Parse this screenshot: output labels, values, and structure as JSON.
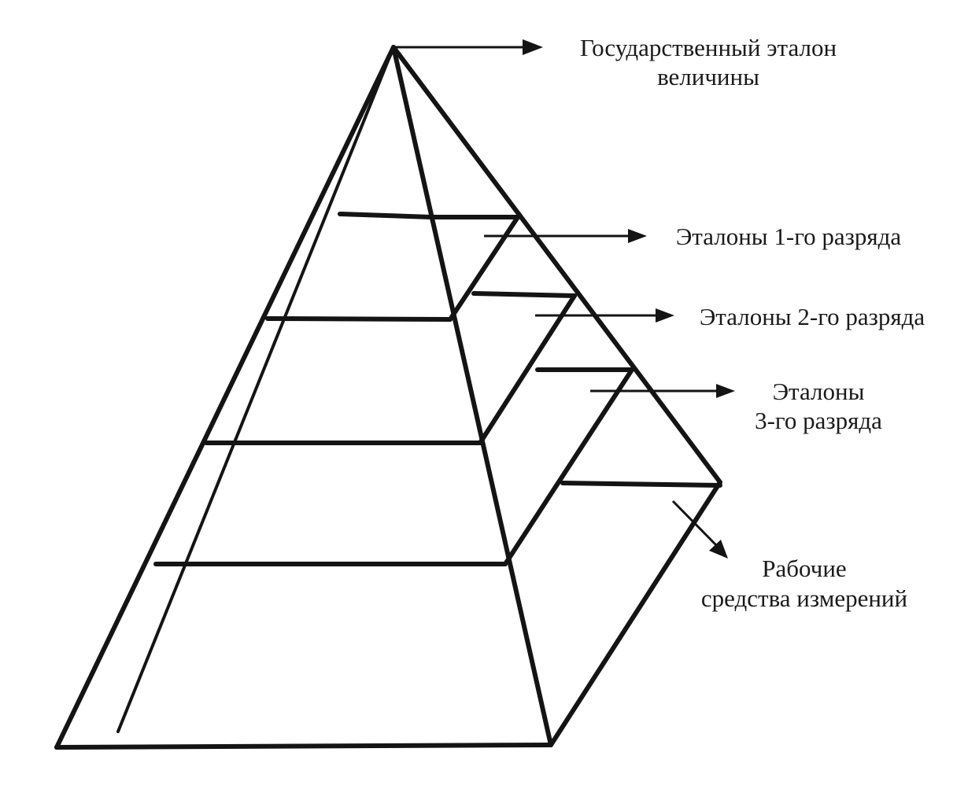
{
  "diagram": {
    "labels": {
      "state_standard": [
        "Государственный эталон",
        "величины"
      ],
      "standards_rank1": [
        "Эталоны 1-го разряда"
      ],
      "standards_rank2": [
        "Эталоны 2-го разряда"
      ],
      "standards_rank3": [
        "Эталоны",
        "3-го разряда"
      ],
      "working_instruments": [
        "Рабочие",
        "средства измерений"
      ]
    },
    "colors": {
      "ink": "#141414",
      "background": "#ffffff"
    }
  }
}
